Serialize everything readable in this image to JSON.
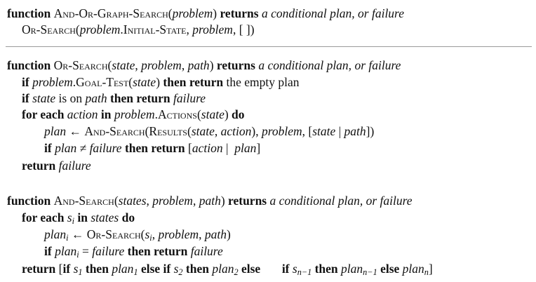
{
  "kw": {
    "function": "function",
    "returns": "returns",
    "if": "if",
    "then": "then",
    "return": "return",
    "then_return": "then return",
    "for_each": "for each",
    "in": "in",
    "do": "do",
    "else": "else",
    "else_if": "else if"
  },
  "names": {
    "and_or_graph_search": "And-Or-Graph-Search",
    "or_search": "Or-Search",
    "and_search": "And-Search",
    "initial_state": "Initial-State",
    "goal_test": "Goal-Test",
    "actions": "Actions",
    "results": "Results"
  },
  "text": {
    "problem": "problem",
    "problem_dot": "problem.",
    "state": "state",
    "states": "states",
    "path": "path",
    "action": "action",
    "plan": "plan",
    "failure": "failure",
    "conditional_plan": "a conditional plan,",
    "or_failure": "or failure",
    "the_empty_plan": "the empty plan",
    "is_on": "is on",
    "arrow": "←",
    "neq": "≠",
    "eq": "=",
    "s": "s",
    "i": "i",
    "one": "1",
    "two": "2",
    "n": "n",
    "n_minus_1": "n−1"
  },
  "punct": {
    "open_paren": "(",
    "close_paren": ")",
    "comma": ",",
    "comma_space": ", ",
    "empty_list": "[ ]",
    "open_bracket": "[",
    "close_bracket": "]",
    "bar": "|",
    "dot": "."
  }
}
